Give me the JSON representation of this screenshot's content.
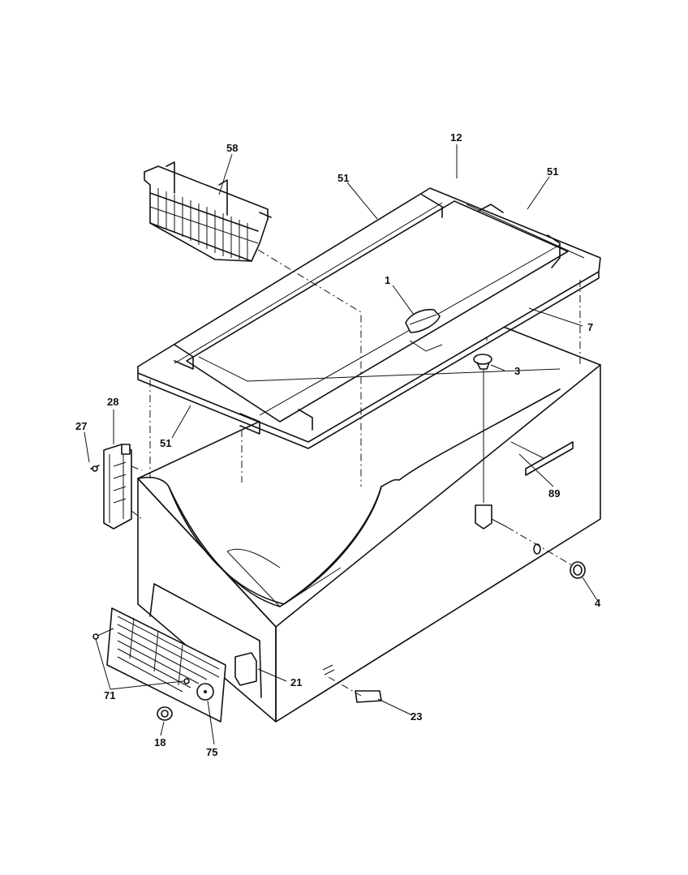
{
  "diagram": {
    "callouts": {
      "c1": "1",
      "c3": "3",
      "c4": "4",
      "c7": "7",
      "c12": "12",
      "c18": "18",
      "c21": "21",
      "c23": "23",
      "c27": "27",
      "c28": "28",
      "c51a": "51",
      "c51b": "51",
      "c51c": "51",
      "c58": "58",
      "c71": "71",
      "c75": "75",
      "c89": "89"
    }
  }
}
